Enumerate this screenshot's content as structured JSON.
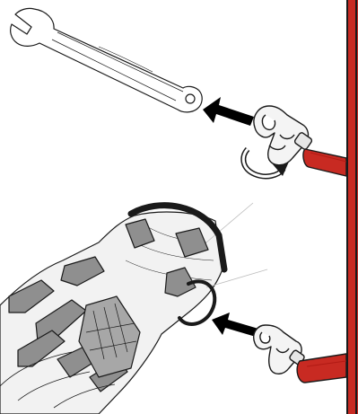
{
  "illustration": {
    "panels": [
      {
        "key": "top",
        "elements": [
          "open-end-wrench",
          "push-arrow",
          "rotate-arrow",
          "snap-hook",
          "lanyard-strap"
        ]
      },
      {
        "key": "bottom",
        "elements": [
          "work-glove",
          "wrist-band",
          "wrist-loop",
          "push-arrow",
          "snap-hook",
          "lanyard-strap"
        ]
      }
    ]
  },
  "colors": {
    "line": "#1a1a1a",
    "strap": "#c82a22",
    "strap_edge": "#b11a14",
    "glove_pad": "#8f8f8f",
    "glove_base": "#f2f2f2",
    "hook_fill": "#f4f4f4",
    "arrow": "#000000"
  }
}
